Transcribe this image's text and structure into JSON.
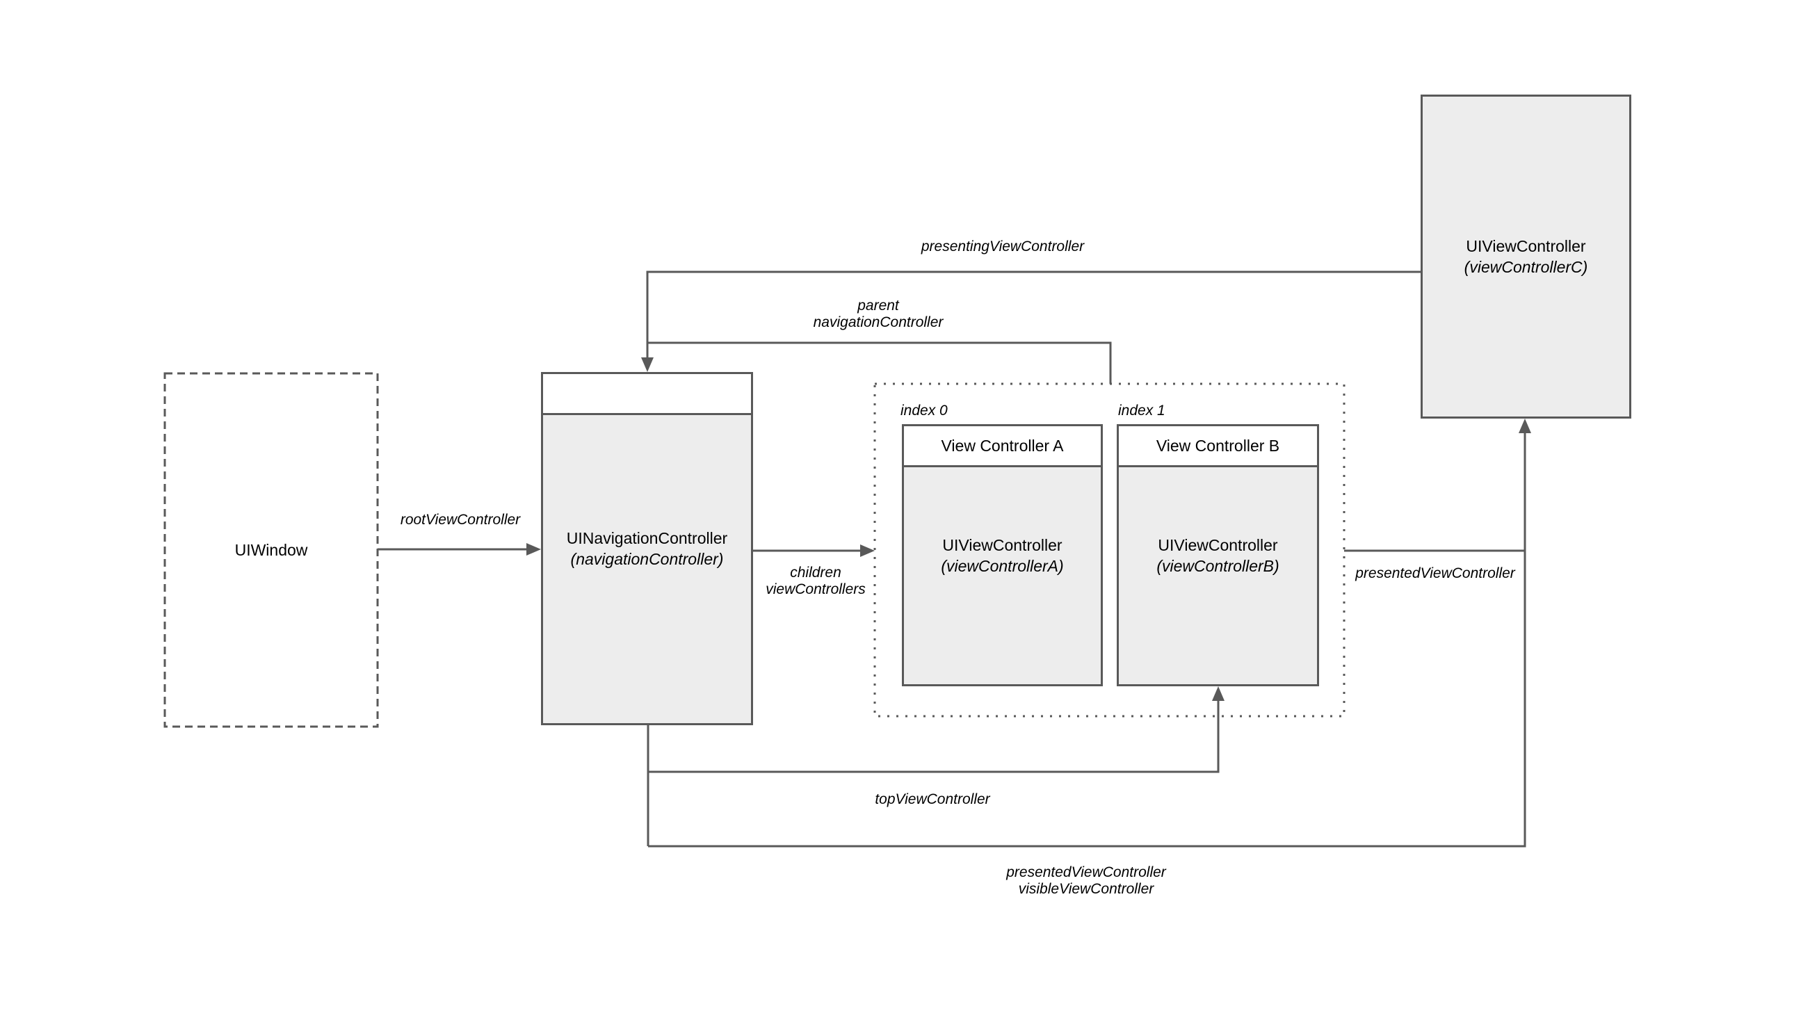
{
  "diagram": {
    "colors": {
      "background": "#ffffff",
      "stroke": "#595959",
      "box_fill": "#ededed",
      "title_bar_fill": "#ffffff",
      "text": "#000000"
    },
    "nodes": {
      "window": {
        "title": "UIWindow"
      },
      "navigation": {
        "name": "UINavigationController",
        "instance": "(navigationController)"
      },
      "vc_a": {
        "bar": "View Controller A",
        "name": "UIViewController",
        "instance": "(viewControllerA)"
      },
      "vc_b": {
        "bar": "View Controller B",
        "name": "UIViewController",
        "instance": "(viewControllerB)"
      },
      "vc_c": {
        "name": "UIViewController",
        "instance": "(viewControllerC)"
      }
    },
    "stack": {
      "index0": "index 0",
      "index1": "index 1"
    },
    "edges": {
      "root": "rootViewController",
      "presenting": "presentingViewController",
      "parent_line1": "parent",
      "parent_line2": "navigationController",
      "children_line1": "children",
      "children_line2": "viewControllers",
      "presented": "presentedViewController",
      "top": "topViewController",
      "presented_visible_line1": "presentedViewController",
      "presented_visible_line2": "visibleViewController"
    }
  }
}
